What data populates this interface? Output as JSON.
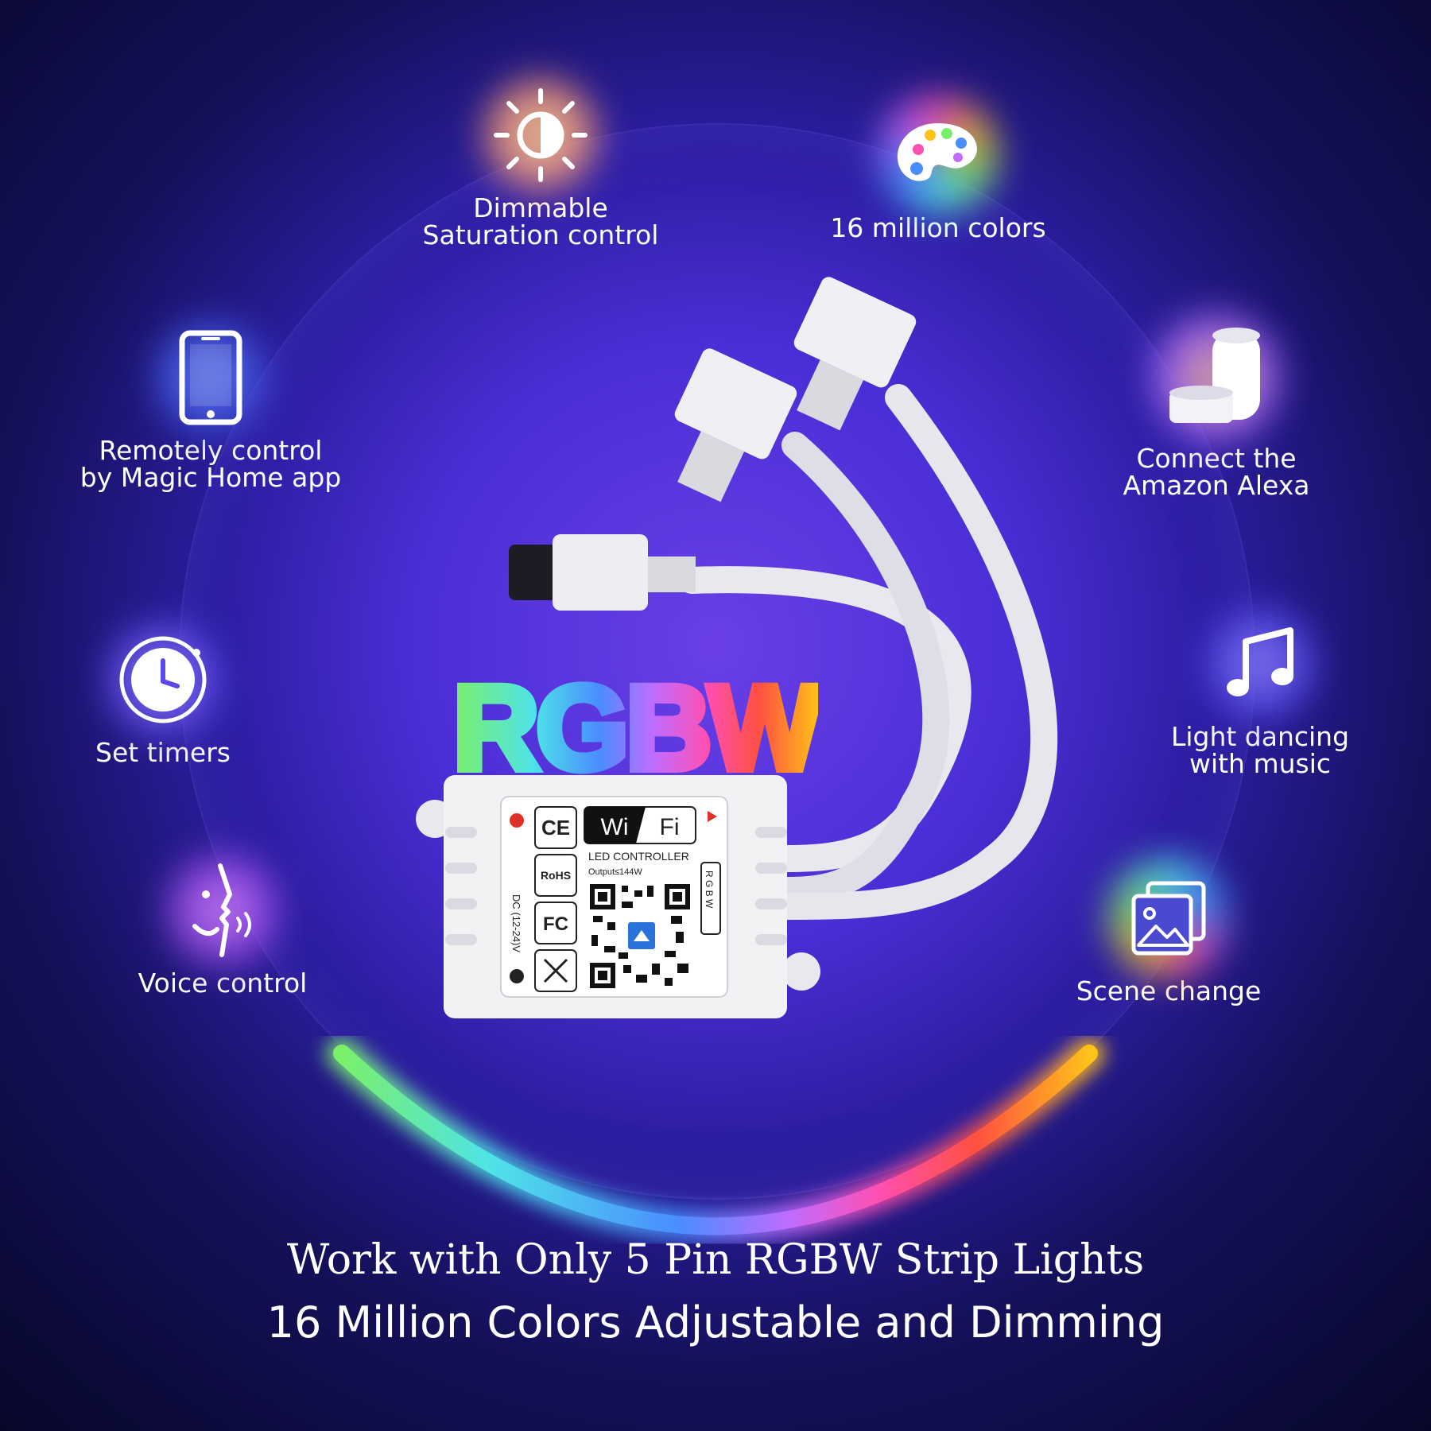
{
  "features": {
    "dimmable": {
      "line1": "Dimmable",
      "line2": "Saturation control",
      "icon": "brightness-icon"
    },
    "colors": {
      "line1": "16 million colors",
      "icon": "palette-icon"
    },
    "remote": {
      "line1": "Remotely control",
      "line2": "by  Magic Home app",
      "icon": "smartphone-icon"
    },
    "alexa": {
      "line1": "Connect the",
      "line2": "Amazon Alexa",
      "icon": "smart-speaker-icon"
    },
    "timers": {
      "line1": "Set timers",
      "icon": "clock-icon"
    },
    "music": {
      "line1": "Light dancing",
      "line2": "with music",
      "icon": "music-note-icon"
    },
    "voice": {
      "line1": "Voice control",
      "icon": "voice-icon"
    },
    "scene": {
      "line1": "Scene change",
      "icon": "image-icon"
    }
  },
  "product": {
    "badge": "RGBW",
    "wifi_left": "Wi",
    "wifi_right": "Fi",
    "controller_label": "LED CONTROLLER",
    "output_label": "Output≤144W",
    "voltage_label": "DC (12-24)V",
    "side_label": "R G B W",
    "ce": "CE",
    "rohs": "RoHS",
    "fc": "FC"
  },
  "bottom": {
    "line1": "Work with Only 5 Pin RGBW Strip Lights",
    "line2": "16 Million Colors Adjustable and Dimming"
  },
  "colors": {
    "accent_green": "#7af06a",
    "accent_cyan": "#4ee3e8",
    "accent_blue": "#4a8dff",
    "accent_pink": "#ff4fb0",
    "accent_red": "#ff5040",
    "accent_yellow": "#ffc21a"
  }
}
